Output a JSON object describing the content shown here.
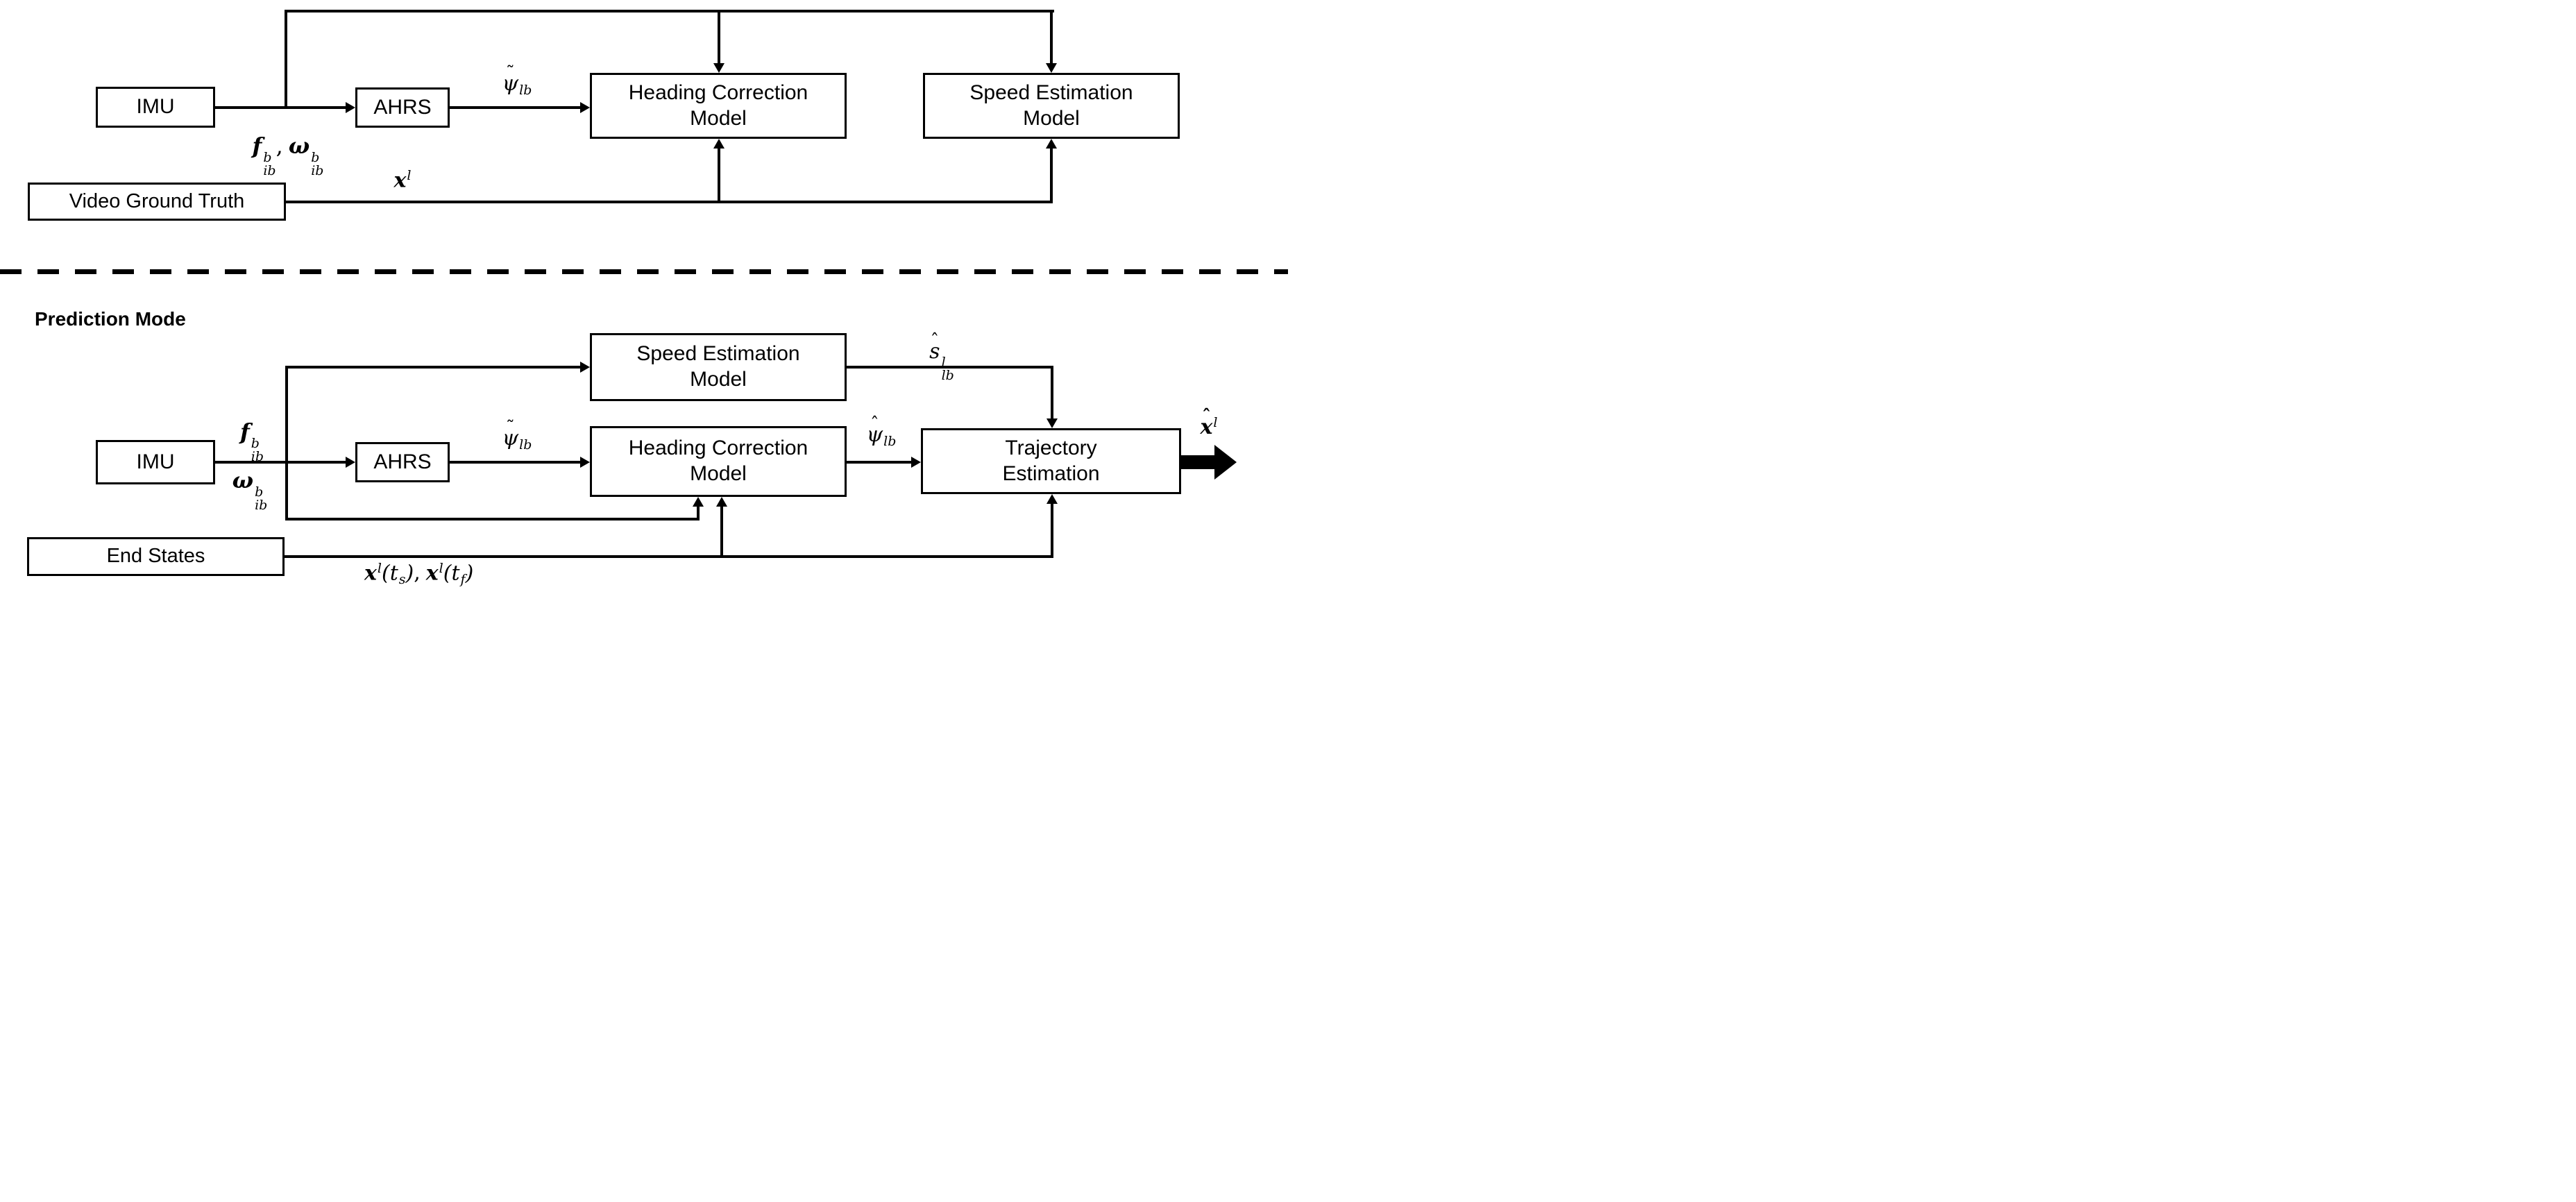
{
  "colors": {
    "ink": "#000000",
    "background": "#ffffff"
  },
  "sections": {
    "training": {
      "boxes": {
        "imu": "IMU",
        "ahrs": "AHRS",
        "heading": "Heading Correction Model",
        "speed": "Speed Estimation Model",
        "video_ground_truth": "Video Ground Truth"
      }
    },
    "prediction": {
      "heading_label": "Prediction Mode",
      "boxes": {
        "imu": "IMU",
        "ahrs": "AHRS",
        "speed": "Speed Estimation Model",
        "heading": "Heading Correction Model",
        "trajectory": "Trajectory Estimation",
        "end_states": "End States"
      }
    }
  },
  "math": {
    "comma": ",",
    "f": {
      "base": "f",
      "sup": "b",
      "sub": "ib"
    },
    "omega": {
      "base": "ω",
      "sup": "b",
      "sub": "ib"
    },
    "psi_tilde": {
      "accent": "˜",
      "base": "ψ",
      "sub": "lb"
    },
    "psi_hat": {
      "accent": "ˆ",
      "base": "ψ",
      "sub": "lb"
    },
    "s_hat": {
      "accent": "ˆ",
      "base": "s",
      "sup": "l",
      "sub": "lb"
    },
    "x": {
      "base": "x",
      "sup": "l"
    },
    "x_hat": {
      "accent": "ˆ",
      "base": "x",
      "sup": "l"
    },
    "t_s": {
      "base": "t",
      "sub": "s"
    },
    "t_f": {
      "base": "t",
      "sub": "f"
    },
    "paren_open": "(",
    "paren_close": ")"
  }
}
